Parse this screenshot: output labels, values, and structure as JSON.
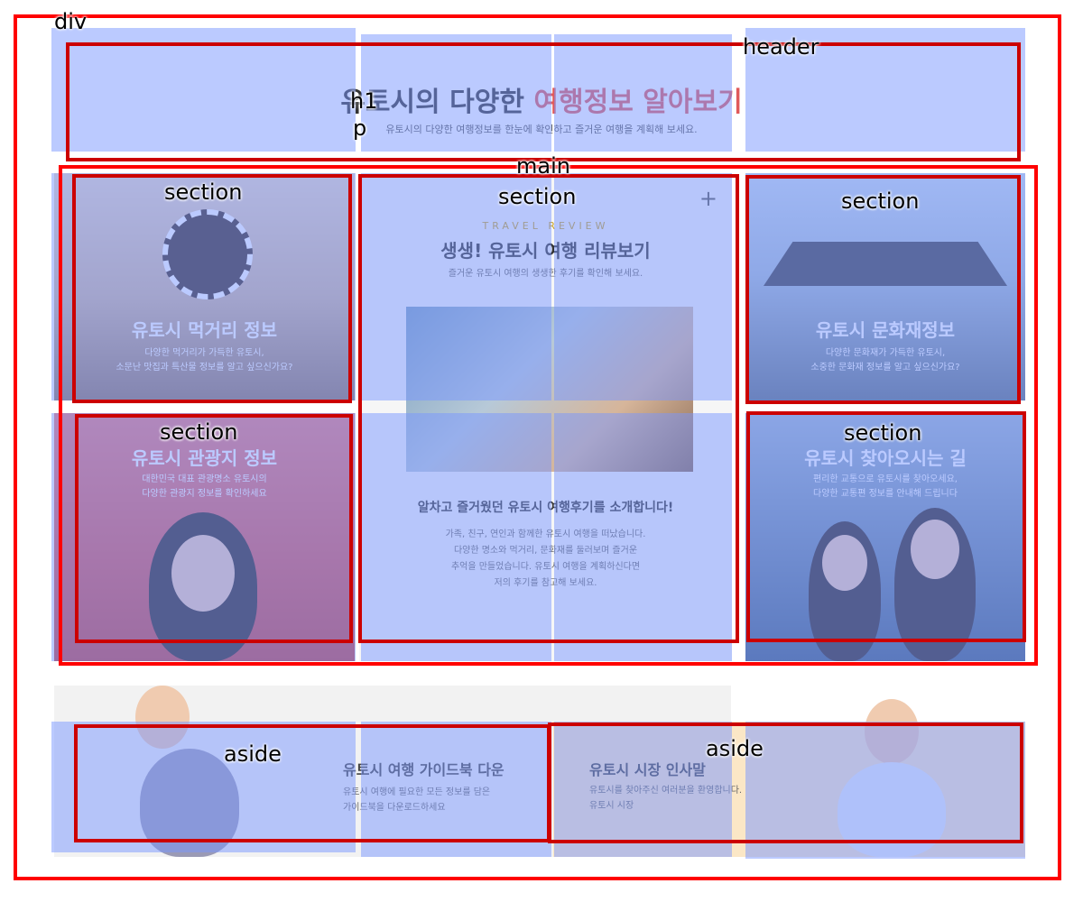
{
  "labels": {
    "div": "div",
    "header": "header",
    "h1": "h1",
    "p": "p",
    "main": "main",
    "section": "section",
    "aside": "aside"
  },
  "header": {
    "title_prefix": "유토시의 다양한 ",
    "title_highlight": "여행정보 알아보기",
    "subtitle": "유토시의 다양한 여행정보를 한눈에 확인하고 즐거운 여행을 계획해 보세요."
  },
  "sections": {
    "food": {
      "title": "유토시 먹거리 정보",
      "desc_line1": "다양한 먹거리가 가득한 유토시,",
      "desc_line2": "소문난 맛집과 특산물 정보를 알고 싶으신가요?"
    },
    "review": {
      "eyebrow": "TRAVEL REVIEW",
      "plus": "+",
      "title": "생생! 유토시 여행 리뷰보기",
      "desc": "즐거운 유토시 여행의 생생한 후기를 확인해 보세요.",
      "headline": "알차고 즐거웠던 유토시 여행후기를 소개합니다!",
      "body_line1": "가족, 친구, 연인과 함께한 유토시 여행을 떠났습니다.",
      "body_line2": "다양한 명소와 먹거리, 문화재를 둘러보며 즐거운",
      "body_line3": "추억을 만들었습니다. 유토시 여행을 계획하신다면",
      "body_line4": "저의 후기를 참고해 보세요."
    },
    "culture": {
      "title": "유토시 문화재정보",
      "desc_line1": "다양한 문화재가 가득한 유토시,",
      "desc_line2": "소중한 문화재 정보를 알고 싶으신가요?"
    },
    "tour": {
      "title": "유토시 관광지 정보",
      "desc_line1": "대한민국 대표 관광명소 유토시의",
      "desc_line2": "다양한 관광지 정보를 확인하세요"
    },
    "directions": {
      "title": "유토시 찾아오시는 길",
      "desc_line1": "편리한 교통으로 유토시를 찾아오세요,",
      "desc_line2": "다양한 교통편 정보를 안내해 드립니다"
    }
  },
  "asides": {
    "guide": {
      "title": "유토시 여행 가이드북 다운",
      "desc_line1": "유토시 여행에 필요한 모든 정보를 담은",
      "desc_line2": "가이드북을 다운로드하세요"
    },
    "market": {
      "title": "유토시 시장 인사말",
      "desc_line1": "유토시를 찾아주신 여러분을 환영합니다.",
      "desc_line2": "유토시 시장"
    }
  },
  "colors": {
    "tint": "#7896ff",
    "box_dark": "#cc0000",
    "box_bright": "#ff0000",
    "title_highlight": "#e05a5a"
  }
}
